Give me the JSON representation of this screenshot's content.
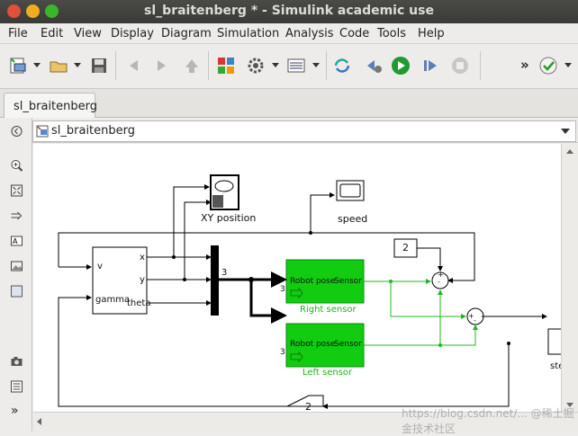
{
  "window": {
    "title": "sl_braitenberg * - Simulink academic use"
  },
  "menu": [
    "File",
    "Edit",
    "View",
    "Display",
    "Diagram",
    "Simulation",
    "Analysis",
    "Code",
    "Tools",
    "Help"
  ],
  "tab": {
    "label": "sl_braitenberg"
  },
  "address": {
    "path": "sl_braitenberg"
  },
  "toolbar": {
    "more": "»"
  },
  "model": {
    "xy_label": "XY position",
    "speed_label": "speed",
    "veh_ports_in": [
      "v",
      "gamma"
    ],
    "veh_ports_out": [
      "x",
      "y",
      "theta"
    ],
    "mux_width": "3",
    "right_sensor": {
      "in": "Robot pose",
      "out": "Sensor",
      "label": "Right sensor",
      "dim": "3"
    },
    "left_sensor": {
      "in": "Robot pose",
      "out": "Sensor",
      "label": "Left sensor",
      "dim": "3"
    },
    "const_value": "2",
    "gain_value": "2",
    "sum1_signs": [
      "+",
      "-"
    ],
    "sum2_signs": [
      "+",
      "-"
    ],
    "steer_label": "ste"
  },
  "watermark": "https://blog.csdn.net/... @稀土掘金技术社区",
  "colors": {
    "sensor_fill": "#11cc11",
    "signal_green": "#1fb81f",
    "titlebar": "#3f3f3c",
    "close": "#e0503a",
    "minimize": "#f0ad1e",
    "maximize": "#3bb52a"
  }
}
